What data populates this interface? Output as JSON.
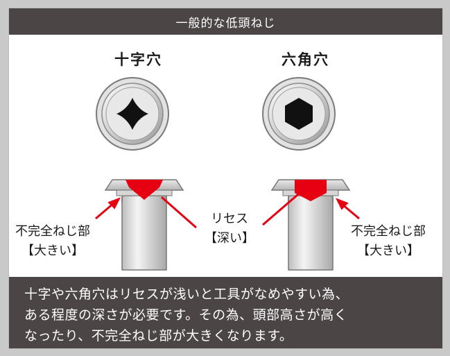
{
  "header": {
    "title": "一般的な低頭ねじ"
  },
  "screws": [
    {
      "title": "十字穴",
      "recess": "cross"
    },
    {
      "title": "六角穴",
      "recess": "hex"
    }
  ],
  "labels": {
    "incomplete_thread_left": "不完全ねじ部",
    "incomplete_thread_left_note": "【大きい】",
    "recess": "リセス",
    "recess_note": "【深い】",
    "incomplete_thread_right": "不完全ねじ部",
    "incomplete_thread_right_note": "【大きい】"
  },
  "footer": {
    "lines": [
      "十字や六角穴はリセスが浅いと工具がなめやすい為、",
      "ある程度の深さが必要です。その為、頭部高さが高く",
      "なったり、不完全ねじ部が大きくなります。"
    ]
  },
  "colors": {
    "header_bg": "#4b4546",
    "recess_red": "#e60012",
    "metal": "#d8d8d8"
  }
}
